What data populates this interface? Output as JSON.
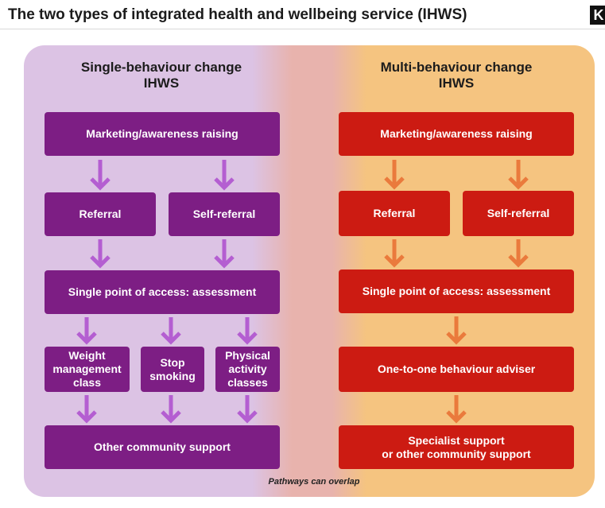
{
  "title": "The two types of integrated health and wellbeing service (IHWS)",
  "logo_glyph": "K",
  "left": {
    "heading_line1": "Single-behaviour change",
    "heading_line2": "IHWS",
    "marketing": "Marketing/awareness raising",
    "referral": "Referral",
    "self_referral": "Self-referral",
    "access": "Single point of access: assessment",
    "weight": "Weight management class",
    "stop": "Stop smoking",
    "physical": "Physical activity classes",
    "community": "Other community support",
    "color": "#7d1e84",
    "arrow_color": "#b45ed1"
  },
  "right": {
    "heading_line1": "Multi-behaviour change",
    "heading_line2": "IHWS",
    "marketing": "Marketing/awareness raising",
    "referral": "Referral",
    "self_referral": "Self-referral",
    "access": "Single point of access: assessment",
    "adviser": "One-to-one behaviour adviser",
    "specialist_line1": "Specialist support",
    "specialist_line2": "or other community support",
    "color": "#cc1b12",
    "arrow_color": "#ea7a3c"
  },
  "footnote": "Pathways can overlap"
}
